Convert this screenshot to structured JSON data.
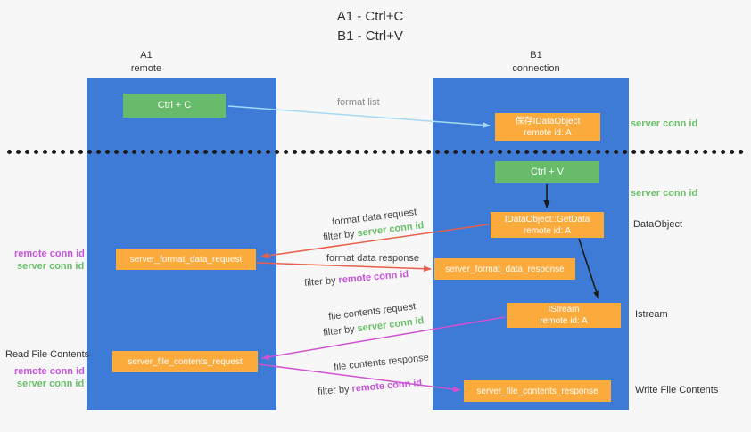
{
  "colors": {
    "bg": "#f7f7f7",
    "column-blue": "#3e7bd7",
    "box-green": "#68bb6a",
    "box-orange": "#fbaa3c",
    "green-text": "#6abf69",
    "magenta-text": "#c455d8",
    "red-arrow": "#e8604c",
    "magenta-arrow": "#d052d0",
    "blue-arrow": "#a5d8f3",
    "black-arrow": "#1a1a1a"
  },
  "title": {
    "line1": "A1 - Ctrl+C",
    "line2": "B1 - Ctrl+V"
  },
  "lanes": {
    "left": {
      "name": "A1",
      "subtitle": "remote"
    },
    "right": {
      "name": "B1",
      "subtitle": "connection"
    }
  },
  "nodes": {
    "ctrl_c": "Ctrl + C",
    "ctrl_v": "Ctrl + V",
    "save_dataobject": {
      "line1": "保存IDataObject",
      "line2": "remote id: A"
    },
    "getdata": {
      "line1": "IDataObject::GetData",
      "line2": "remote id: A"
    },
    "istream": {
      "line1": "IStream",
      "line2": "remote id: A"
    },
    "format_request": "server_format_data_request",
    "format_response": "server_format_data_response",
    "file_request": "server_file_contents_request",
    "file_response": "server_file_contents_response"
  },
  "arrow_labels": {
    "format_list": "format list",
    "format_data_request": "format data request",
    "format_data_response": "format data response",
    "file_contents_request": "file contents request",
    "file_contents_response": "file contents response",
    "filter_by": "filter by",
    "server_conn_id": "server conn id",
    "remote_conn_id": "remote conn id"
  },
  "side_labels": {
    "server_conn_id_top_right": "server conn id",
    "server_conn_id_mid_right": "server conn id",
    "dataobject": "DataObject",
    "istream": "Istream",
    "write_file_contents": "Write File Contents",
    "read_file_contents": "Read File Contents",
    "remote_conn_id_left_1": "remote conn id",
    "server_conn_id_left_1": "server conn id",
    "remote_conn_id_left_2": "remote conn id",
    "server_conn_id_left_2": "server conn id"
  }
}
